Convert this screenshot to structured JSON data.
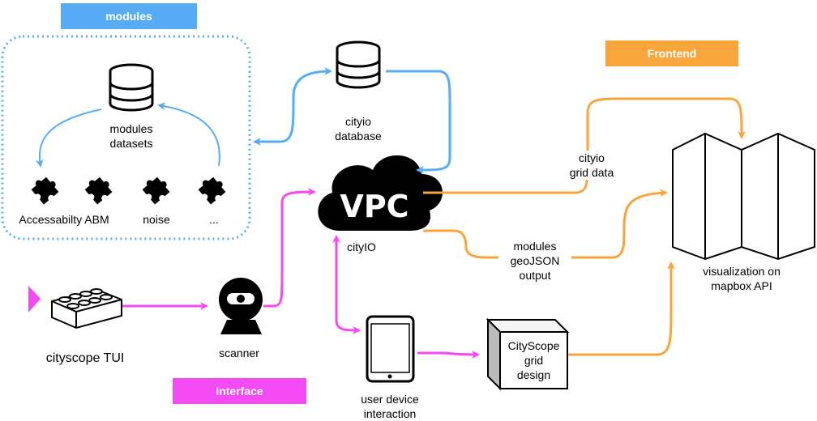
{
  "tags": {
    "modules": "modules",
    "frontend": "Frontend",
    "interface": "Interface"
  },
  "labels": {
    "modules_datasets": "modules\ndatasets",
    "accessability_abm": "Accessabilty ABM",
    "noise": "noise",
    "ellipsis": "...",
    "cityio_database": "cityio\ndatabase",
    "vpc": "VPC",
    "cityio": "cityIO",
    "cityio_grid_data": "cityio\ngrid data",
    "modules_geojson_output": "modules\ngeoJSON\noutput",
    "visualization": "visualization on\nmapbox API",
    "cityscope_tui": "cityscope TUI",
    "scanner": "scanner",
    "user_device_interaction": "user device\ninteraction",
    "cityscope_grid_design": "CityScope\ngrid\ndesign"
  },
  "colors": {
    "blue": "#57acf5",
    "orange": "#f8a53b",
    "pink": "#f44af4",
    "dotted_border": "#57acf5"
  },
  "icons": [
    "database-icon",
    "puzzle-piece-icon",
    "cloud-icon",
    "folded-map-icon",
    "lego-brick-icon",
    "webcam-icon",
    "tablet-icon",
    "cube-icon"
  ]
}
